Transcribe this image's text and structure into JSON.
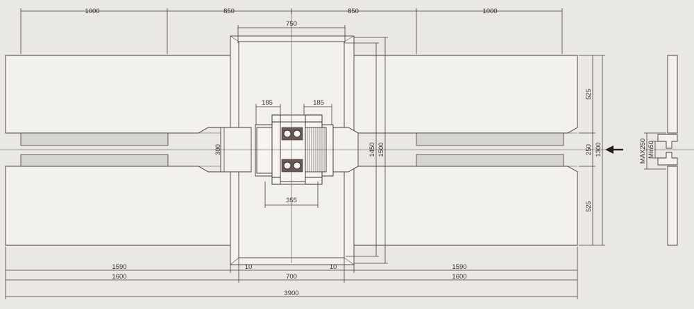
{
  "dimensions": {
    "top": [
      "1000",
      "850",
      "850",
      "1000"
    ],
    "pit_width": "750",
    "head_left": "185",
    "head_right": "185",
    "head_width": "355",
    "head_height": "300",
    "track_height_inner": "1450",
    "track_height_outer": "1500",
    "right_upper": "525",
    "right_middle": "250",
    "right_lower": "525",
    "right_total": "1300",
    "bottom_row1": [
      "1590",
      "10",
      "10",
      "1590"
    ],
    "bottom_row2": [
      "1600",
      "700",
      "1600"
    ],
    "bottom_total": "3900",
    "section_max": "MAX250",
    "section_min": "Min50"
  },
  "icons": {
    "direction": "arrow-left-icon"
  },
  "colors": {
    "background": "#e9e8e3",
    "line": "#4a3a36"
  }
}
